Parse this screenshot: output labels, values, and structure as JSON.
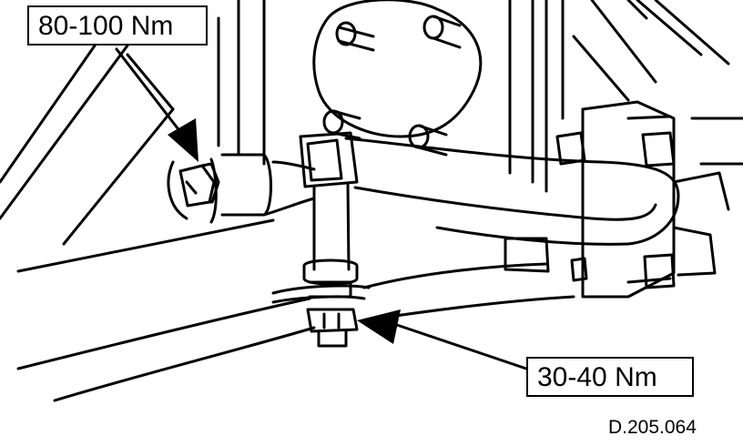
{
  "labels": {
    "torque_upper": "80-100 Nm",
    "torque_lower": "30-40 Nm",
    "figure_code": "D.205.064"
  },
  "colors": {
    "ink": "#000000",
    "paper": "#ffffff"
  }
}
